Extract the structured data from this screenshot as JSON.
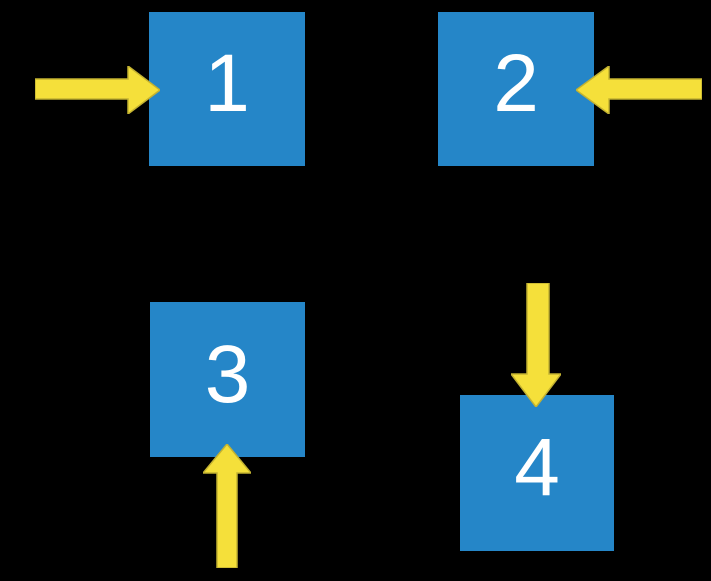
{
  "diagram": {
    "title": "numbered-squares-with-arrows",
    "background": "#000000",
    "square_fill": "#2586C8",
    "number_color": "#FFFFFF",
    "arrow_fill": "#F5E03A",
    "arrow_stroke": "#C3B231",
    "squares": [
      {
        "label": "1",
        "arrow_icon": "arrow-right-icon",
        "arrow_points_from": "left"
      },
      {
        "label": "2",
        "arrow_icon": "arrow-left-icon",
        "arrow_points_from": "right"
      },
      {
        "label": "3",
        "arrow_icon": "arrow-up-icon",
        "arrow_points_from": "bottom"
      },
      {
        "label": "4",
        "arrow_icon": "arrow-down-icon",
        "arrow_points_from": "top"
      }
    ]
  }
}
